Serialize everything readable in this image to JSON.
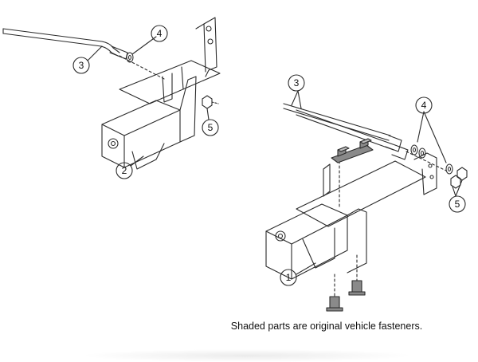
{
  "callouts": {
    "left_rod": "3",
    "left_washer": "4",
    "left_nut": "5",
    "left_bracket": "2",
    "right_rods": "3",
    "right_washers": "4",
    "right_nuts": "5",
    "right_bracket": "1"
  },
  "caption": "Shaded parts are original vehicle fasteners.",
  "colors": {
    "line": "#2b2b2b",
    "shaded_part": "#8a8a8a",
    "background": "#ffffff"
  }
}
